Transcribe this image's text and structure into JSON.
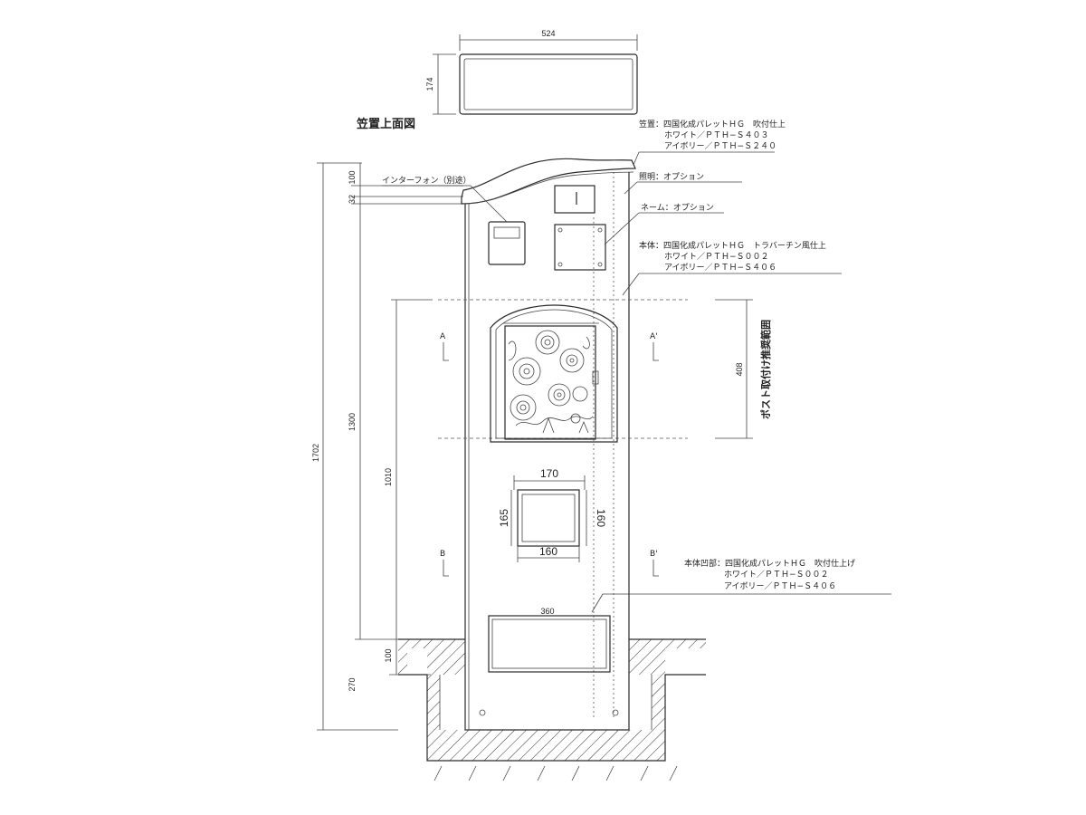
{
  "top_view": {
    "title": "笠置上面図",
    "width": "524",
    "depth": "174"
  },
  "dimensions": {
    "total": "1702",
    "cap": "100",
    "gap": "32",
    "above_ground": "1300",
    "post_area": "1010",
    "post_range": "408",
    "below_floor": "100",
    "buried": "270",
    "opening_width_top": "170",
    "opening_width_bottom": "160",
    "opening_height_left": "165",
    "opening_height_right": "160",
    "recess_width": "360"
  },
  "labels": {
    "intercom": "インターフォン（別途）",
    "lighting": "照明：オプション",
    "nameplate": "ネーム：オプション",
    "post_range_vertical": "ポスト取付け推奨範囲",
    "section_a": "A",
    "section_a_prime": "A'",
    "section_b": "B",
    "section_b_prime": "B'"
  },
  "cap_spec": {
    "line1": "笠置：四国化成パレットＨＧ　吹付仕上",
    "line2": "ホワイト／ＰＴＨ−Ｓ４０３",
    "line3": "アイボリー／ＰＴＨ−Ｓ２４０"
  },
  "body_spec": {
    "line1": "本体：四国化成パレットＨＧ　トラバーチン風仕上",
    "line2": "ホワイト／ＰＴＨ−Ｓ００２",
    "line3": "アイボリー／ＰＴＨ−Ｓ４０６"
  },
  "recess_spec": {
    "line1": "本体凹部：四国化成パレットＨＧ　吹付仕上げ",
    "line2": "ホワイト／ＰＴＨ−Ｓ００２",
    "line3": "アイボリー／ＰＴＨ−Ｓ４０６"
  }
}
